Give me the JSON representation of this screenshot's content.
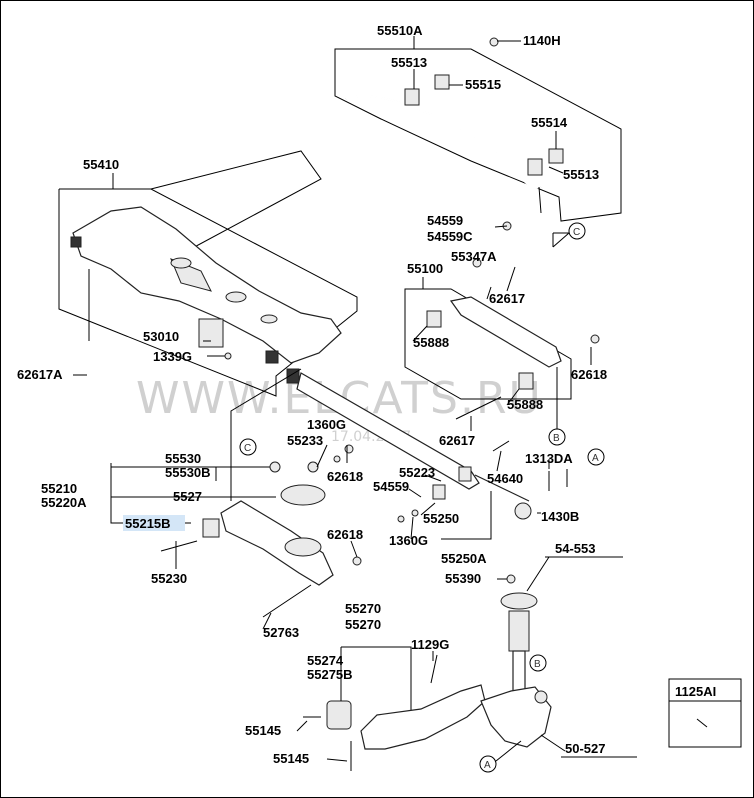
{
  "watermark": {
    "site": "WWW.ELCATS.RU",
    "date": "17.04.2017"
  },
  "callouts": {
    "a": "A",
    "b": "B",
    "c": "C"
  },
  "inset": {
    "label": "1125AI"
  },
  "labels": {
    "p55510A": "55510A",
    "p1140H": "1140H",
    "p55513_1": "55513",
    "p55515": "55515",
    "p55514": "55514",
    "p55513_2": "55513",
    "p55410": "55410",
    "p54559_1": "54559",
    "p54559C": "54559C",
    "p55347A": "55347A",
    "p55100": "55100",
    "p62617_1": "62617",
    "p53010": "53010",
    "p1339G": "1339G",
    "p62617A": "62617A",
    "p55888_1": "55888",
    "p62618_1": "62618",
    "p55888_2": "55888",
    "p62617_2": "62617",
    "p1360G_1": "1360G",
    "p55233": "55233",
    "p55530": "55530",
    "p55530B": "55530B",
    "p62618_2": "62618",
    "p55223": "55223",
    "p55210": "55210",
    "p55220A": "55220A",
    "p5527": "5527",
    "p54559_2": "54559",
    "p55250": "55250",
    "p55215B": "55215B",
    "p1360G_2": "1360G",
    "p62618_3": "62618",
    "p55250A": "55250A",
    "p55230": "55230",
    "p54640": "54640",
    "p1313DA": "1313DA",
    "p1430B": "1430B",
    "p54553": "54-553",
    "p55390": "55390",
    "p52763": "52763",
    "p55270_1": "55270",
    "p55270_2": "55270",
    "p1129G": "1129G",
    "p55274": "55274",
    "p55275B": "55275B",
    "p55145_1": "55145",
    "p55145_2": "55145",
    "p50527": "50-527"
  }
}
